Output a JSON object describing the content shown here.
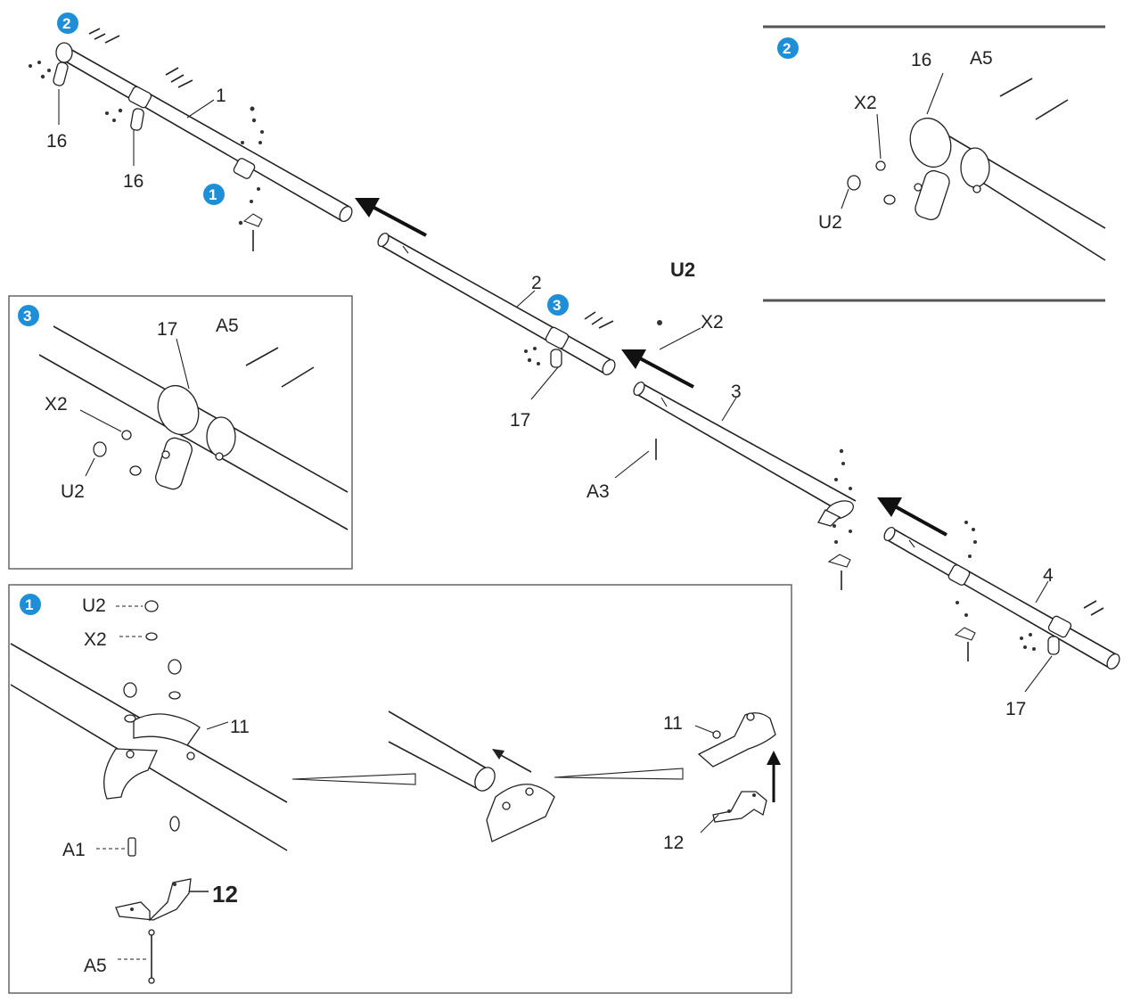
{
  "colors": {
    "badge": "#1e8fd6",
    "ink": "#222222",
    "frame": "#555555"
  },
  "callouts": {
    "c1": "1",
    "c2": "2",
    "c3": "3"
  },
  "main": {
    "p16a": "16",
    "p16b": "16",
    "p1": "1",
    "p2": "2",
    "p3": "3",
    "p4": "4",
    "p17a": "17",
    "p17b": "17",
    "u2": "U2",
    "x2": "X2",
    "a3": "A3"
  },
  "inset2": {
    "p16": "16",
    "a5": "A5",
    "x2": "X2",
    "u2": "U2"
  },
  "inset3": {
    "p17": "17",
    "a5": "A5",
    "x2": "X2",
    "u2": "U2"
  },
  "inset1": {
    "u2": "U2",
    "x2": "X2",
    "p11a": "11",
    "a1": "A1",
    "p12a": "12",
    "a5": "A5",
    "p11b": "11",
    "p12b": "12"
  }
}
